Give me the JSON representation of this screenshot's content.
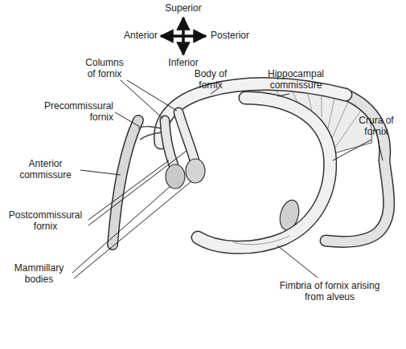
{
  "diagram": {
    "labels": [
      "Superior",
      "Anterior",
      "Posterior",
      "Inferior",
      "Columns of fornix",
      "Body of fornix",
      "Hippocampal commissure",
      "Crura of fornix",
      "Precommissural fornix",
      "Anterior commissure",
      "Postcommissural fornix",
      "Mammillary bodies",
      "Fimbria of fornix arising from alveus"
    ]
  }
}
